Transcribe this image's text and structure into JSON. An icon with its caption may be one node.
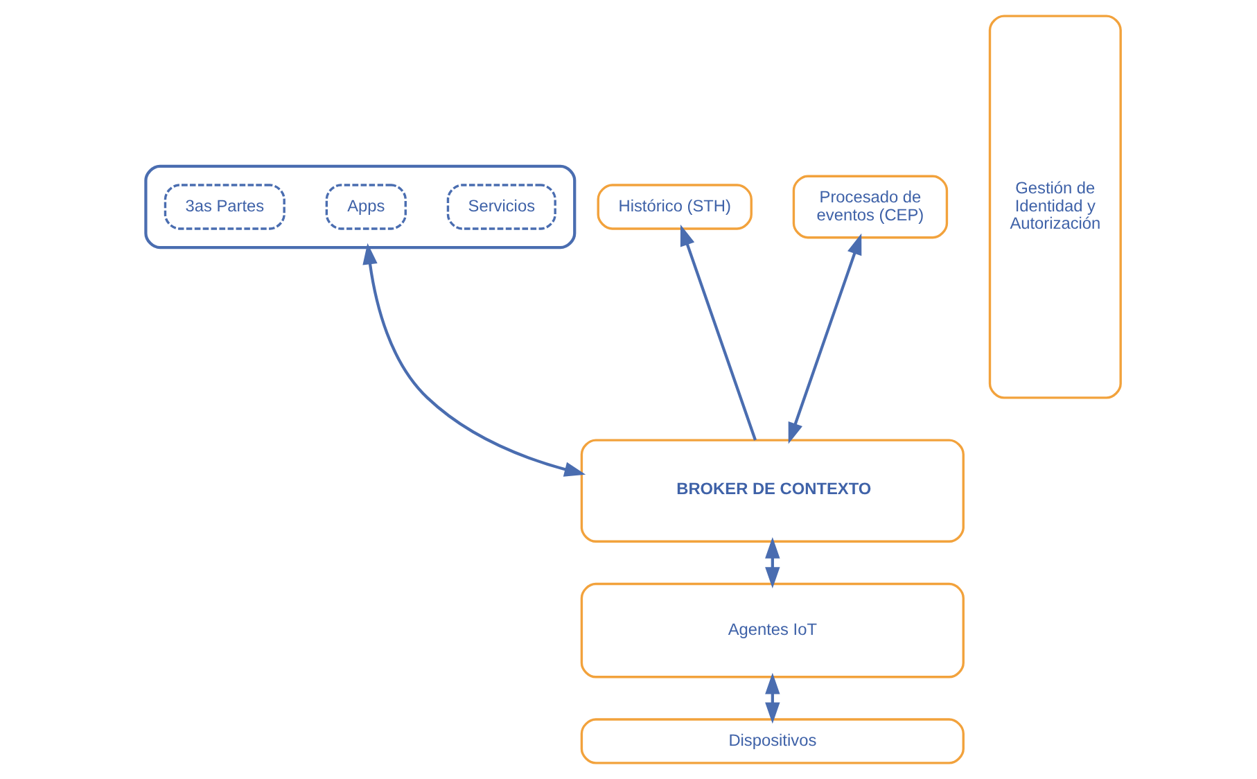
{
  "diagram": {
    "nodes": [
      {
        "text": [],
        "shape": "box"
      },
      {
        "text": [
          "Servicios"
        ],
        "in": 0
      },
      {
        "text": [
          "Apps"
        ],
        "in": 0
      },
      {
        "text": [
          "3as Partes"
        ],
        "in": 0
      },
      {
        "text": [
          "Histórico (STH)"
        ]
      },
      {
        "text": [
          "Procesado de eventos (CEP)"
        ]
      },
      {
        "text": [
          "BROKER DE CONTEXTO"
        ]
      },
      {
        "text": [
          "Agentes IoT"
        ]
      },
      {
        "text": [
          "Dispositivos"
        ]
      },
      {
        "text": [
          "Gestión de Identidad y Autorización"
        ]
      }
    ],
    "edges": [
      {
        "from": 0,
        "to": 6,
        "arrow": "both"
      },
      {
        "from": 6,
        "to": 4,
        "arrow": "to"
      },
      {
        "from": 6,
        "to": 5,
        "arrow": "both"
      },
      {
        "from": 6,
        "to": 7,
        "arrow": "both"
      },
      {
        "from": 7,
        "to": 8,
        "arrow": "both"
      }
    ]
  }
}
